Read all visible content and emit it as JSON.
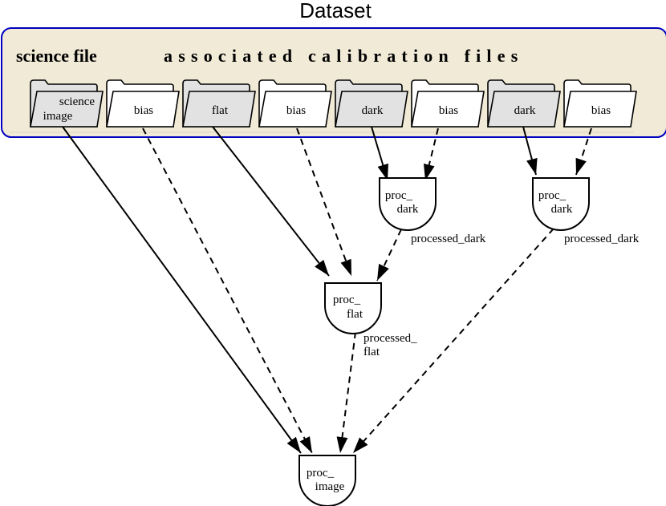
{
  "title": "Dataset",
  "science_file_label": "science file",
  "calibration_label": "associated calibration files",
  "files": [
    {
      "id": "science",
      "line1": "science",
      "line2": "image",
      "shaded": true
    },
    {
      "id": "bias1",
      "line1": "bias",
      "line2": "",
      "shaded": false
    },
    {
      "id": "flat",
      "line1": "flat",
      "line2": "",
      "shaded": true
    },
    {
      "id": "bias2",
      "line1": "bias",
      "line2": "",
      "shaded": false
    },
    {
      "id": "dark1",
      "line1": "dark",
      "line2": "",
      "shaded": true
    },
    {
      "id": "bias3",
      "line1": "bias",
      "line2": "",
      "shaded": false
    },
    {
      "id": "dark2",
      "line1": "dark",
      "line2": "",
      "shaded": true
    },
    {
      "id": "bias4",
      "line1": "bias",
      "line2": "",
      "shaded": false
    }
  ],
  "processes": [
    {
      "id": "proc_dark1",
      "line1": "proc_",
      "line2": "dark"
    },
    {
      "id": "proc_dark2",
      "line1": "proc_",
      "line2": "dark"
    },
    {
      "id": "proc_flat",
      "line1": "proc_",
      "line2": "flat"
    },
    {
      "id": "proc_image",
      "line1": "proc_",
      "line2": "image"
    }
  ],
  "edge_labels": {
    "dark1": "processed_dark",
    "dark2": "processed_dark",
    "flat_line1": "processed_",
    "flat_line2": "flat"
  },
  "colors": {
    "container_fill": "#f0ead6",
    "container_stroke": "#0000c0",
    "shaded_folder": "#e2e2e2",
    "plain_folder": "#ffffff",
    "line": "#000000"
  }
}
